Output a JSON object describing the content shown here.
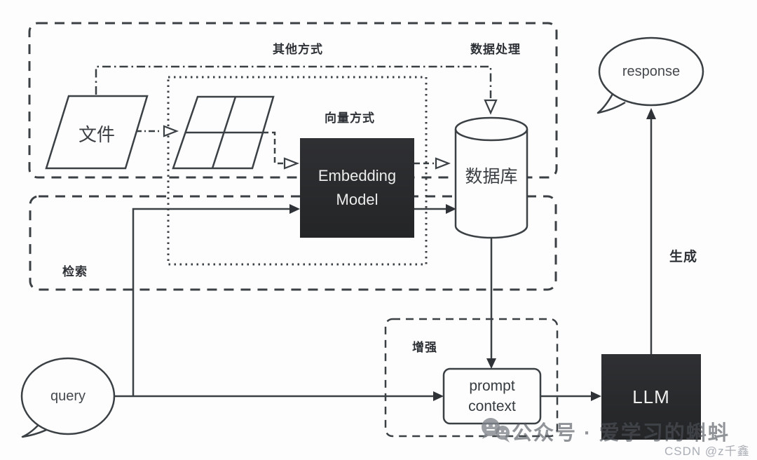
{
  "diagram": {
    "sections": {
      "other_method": "其他方式",
      "data_processing": "数据处理",
      "vector_method": "向量方式",
      "retrieval": "检索",
      "augmentation": "增强",
      "generation": "生成"
    },
    "nodes": {
      "file": "文件",
      "embedding_model": "Embedding Model",
      "database": "数据库",
      "prompt_context": "prompt context",
      "llm": "LLM",
      "query": "query",
      "response": "response"
    },
    "watermark": {
      "wechat_text": "公众号 · 爱学习的蝌蚪",
      "csdn_text": "CSDN @z千鑫"
    },
    "colors": {
      "stroke": "#3b4045",
      "node_fill_dark": "#2b2b2c",
      "node_text_light": "#ececec",
      "background": "#fdfdfd",
      "watermark_gray": "#8e9298"
    }
  }
}
